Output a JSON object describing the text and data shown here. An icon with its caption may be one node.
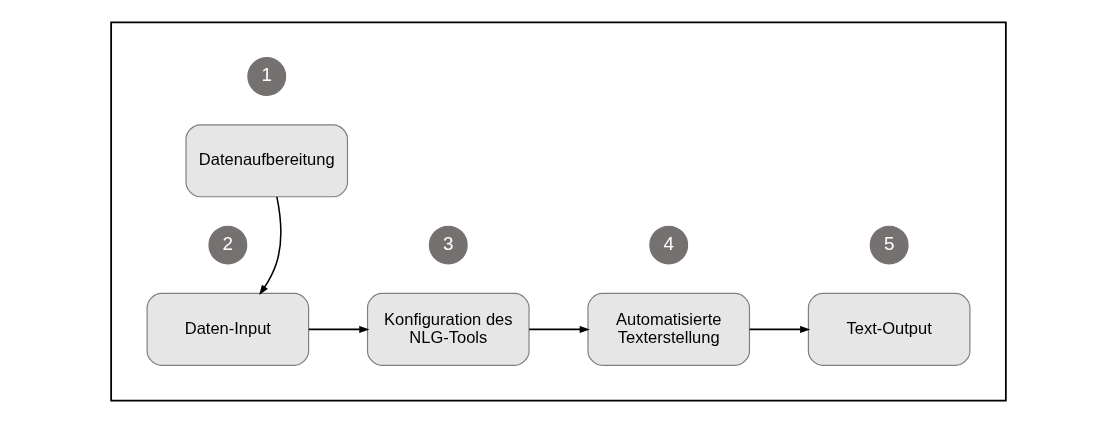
{
  "diagram": {
    "nodes": [
      {
        "text": [],
        "shape": "box"
      },
      {
        "text": [
          "1"
        ],
        "in": 0
      },
      {
        "text": [
          "Datenaufbereitung"
        ],
        "in": 0
      },
      {
        "text": [
          "2"
        ],
        "in": 0
      },
      {
        "text": [
          "3"
        ],
        "in": 0
      },
      {
        "text": [
          "4"
        ],
        "in": 0
      },
      {
        "text": [
          "5"
        ],
        "in": 0
      },
      {
        "text": [
          "Daten-Input"
        ],
        "in": 0
      },
      {
        "text": [
          "Konfiguration des NLG-Tools"
        ],
        "in": 0
      },
      {
        "text": [
          "Automatisierte Texterstellung"
        ],
        "in": 0
      },
      {
        "text": [
          "Text-Output"
        ],
        "in": 0
      }
    ],
    "edges": [
      {
        "from": 2,
        "to": 7,
        "arrow": "to"
      },
      {
        "from": 7,
        "to": 8,
        "arrow": "to"
      },
      {
        "from": 8,
        "to": 9,
        "arrow": "to"
      },
      {
        "from": 9,
        "to": 10,
        "arrow": "to"
      }
    ]
  }
}
